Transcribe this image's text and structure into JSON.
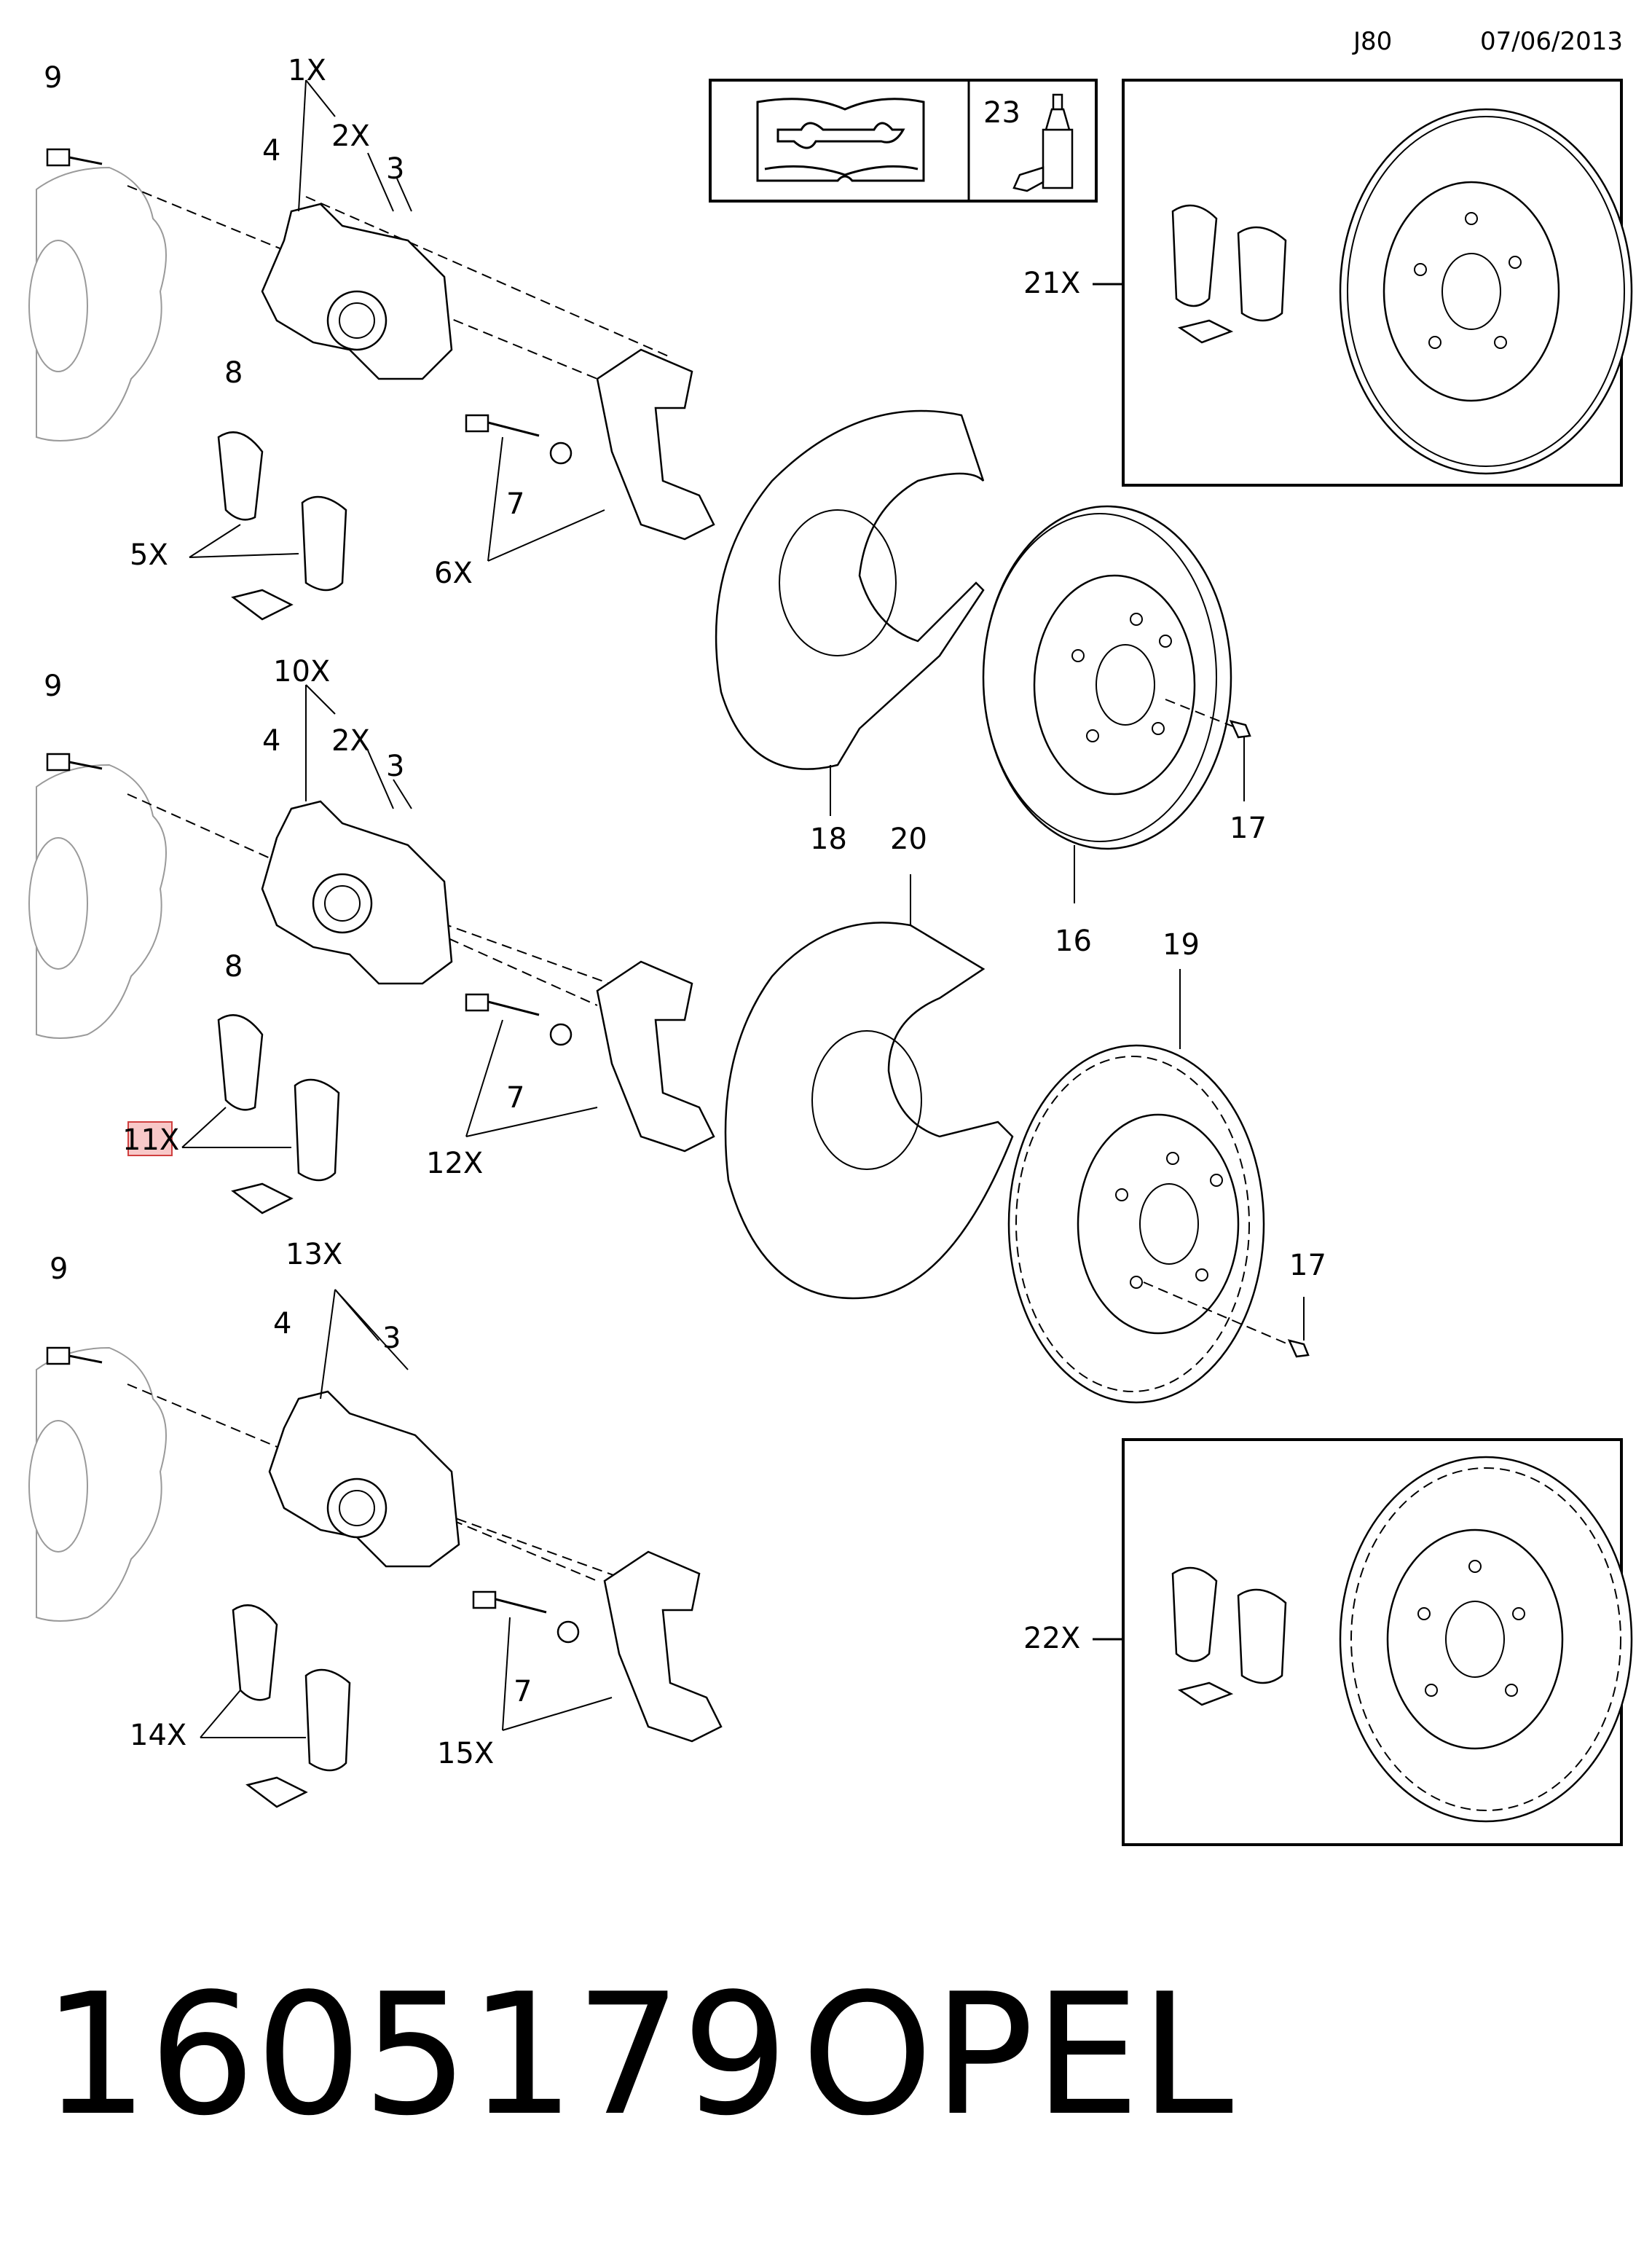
{
  "header": {
    "code": "J80",
    "date": "07/06/2013"
  },
  "footer": {
    "part_number": "1605179",
    "brand": "OPEL"
  },
  "callouts": {
    "c9a": "9",
    "c1X": "1X",
    "c2Xa": "2X",
    "c4a": "4",
    "c3a": "3",
    "c8a": "8",
    "c5X": "5X",
    "c7a": "7",
    "c6X": "6X",
    "c9b": "9",
    "c10X": "10X",
    "c2Xb": "2X",
    "c4b": "4",
    "c3b": "3",
    "c8b": "8",
    "c11X": "11X",
    "c7b": "7",
    "c12X": "12X",
    "c9c": "9",
    "c13X": "13X",
    "c4c": "4",
    "c3c": "3",
    "c14X": "14X",
    "c7c": "7",
    "c15X": "15X",
    "c18": "18",
    "c20": "20",
    "c16": "16",
    "c19": "19",
    "c17a": "17",
    "c17b": "17",
    "c23": "23",
    "c21X": "21X",
    "c22X": "22X"
  },
  "highlight": "11X"
}
